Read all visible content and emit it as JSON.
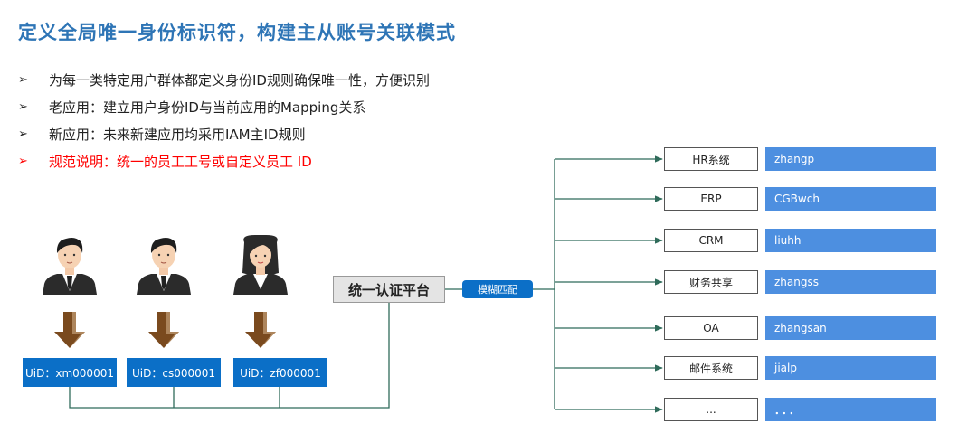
{
  "title": "定义全局唯一身份标识符，构建主从账号关联模式",
  "bullets": [
    {
      "marker": "➢",
      "text": "为每一类特定用户群体都定义身份ID规则确保唯一性，方便识别",
      "highlight": false
    },
    {
      "marker": "➢",
      "text": "老应用：建立用户身份ID与当前应用的Mapping关系",
      "highlight": false
    },
    {
      "marker": "➢",
      "text": "新应用：未来新建应用均采用IAM主ID规则",
      "highlight": false
    },
    {
      "marker": "➢",
      "text": "规范说明：统一的员工工号或自定义员工 ID",
      "highlight": true
    }
  ],
  "users": [
    {
      "uid": "UiD：xm000001",
      "gender": "male"
    },
    {
      "uid": "UiD：cs000001",
      "gender": "male"
    },
    {
      "uid": "UiD：zf000001",
      "gender": "female"
    }
  ],
  "platform": "统一认证平台",
  "fuzzy_match": "模糊匹配",
  "systems": [
    {
      "name": "HR系统",
      "account": "zhangp"
    },
    {
      "name": "ERP",
      "account": "CGBwch"
    },
    {
      "name": "CRM",
      "account": "liuhh"
    },
    {
      "name": "财务共享",
      "account": "zhangss"
    },
    {
      "name": "OA",
      "account": "zhangsan"
    },
    {
      "name": "邮件系统",
      "account": "jialp"
    },
    {
      "name": "...",
      "account": "．．．"
    }
  ],
  "colors": {
    "title": "#2e75b6",
    "accent_blue": "#0b6fc7",
    "account_blue": "#4d8fe0",
    "line_green": "#2f6b5a",
    "arrow_brown": "#7a4a1e",
    "highlight_red": "#ff0000"
  }
}
